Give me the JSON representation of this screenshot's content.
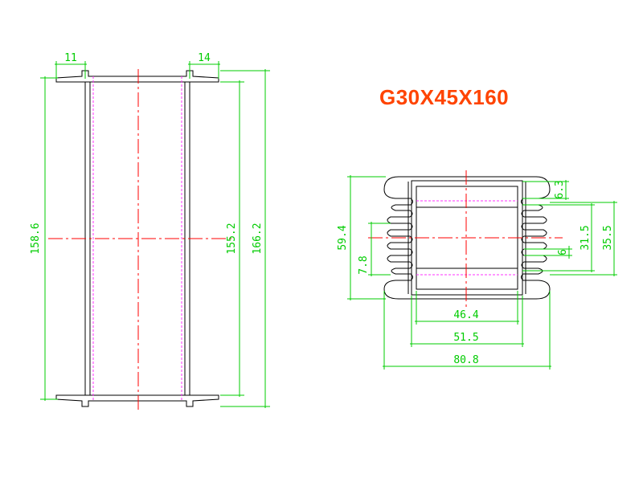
{
  "title": "G30X45X160",
  "colors": {
    "outline": "#000000",
    "dimension": "#00cc00",
    "centerline": "#ff0000",
    "hidden": "#ff33ff",
    "title": "#ff4400"
  },
  "side_view": {
    "top_left_dim": "11",
    "top_right_dim": "14",
    "left_height_dim": "158.6",
    "inner_height_dim": "155.2",
    "outer_height_dim": "166.2"
  },
  "end_view": {
    "right_top_dim": "6.3",
    "right_slot_dim": "6",
    "right_mid_dim": "31.5",
    "right_outer_dim": "35.5",
    "left_outer_dim": "59.4",
    "left_slot_dim": "7.8",
    "bottom_inner_dim": "46.4",
    "bottom_mid_dim": "51.5",
    "bottom_outer_dim": "80.8"
  }
}
